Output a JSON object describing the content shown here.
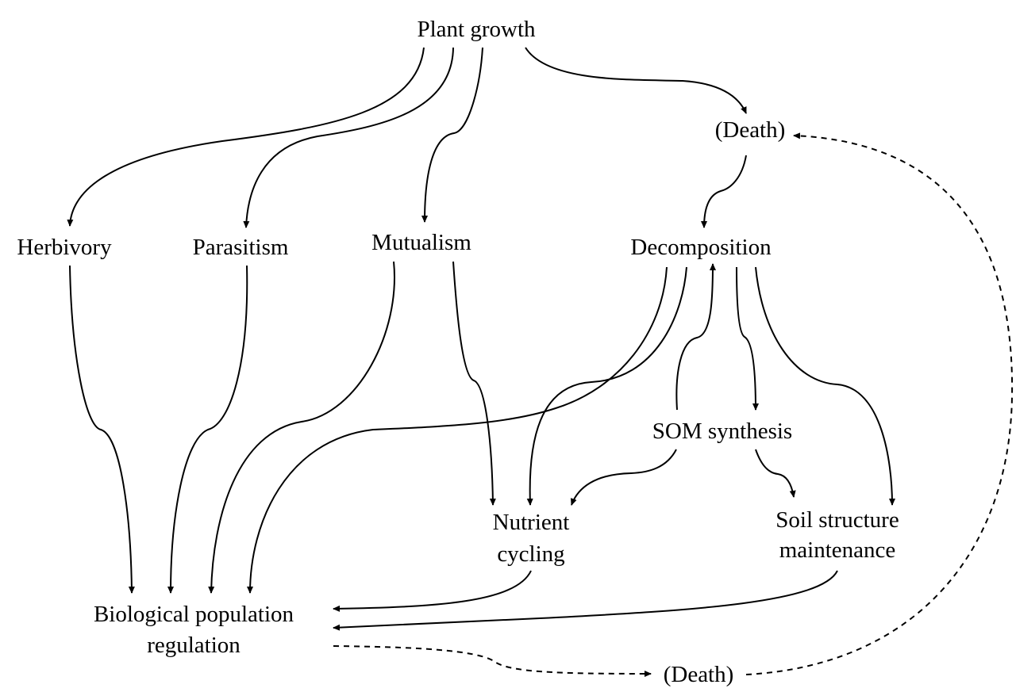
{
  "nodes": {
    "plant_growth": "Plant growth",
    "death_top": "(Death)",
    "herbivory": "Herbivory",
    "parasitism": "Parasitism",
    "mutualism": "Mutualism",
    "decomposition": "Decomposition",
    "som_synthesis": "SOM synthesis",
    "nutrient_cycling_line1": "Nutrient",
    "nutrient_cycling_line2": "cycling",
    "soil_structure_line1": "Soil structure",
    "soil_structure_line2": "maintenance",
    "bio_pop_line1": "Biological population",
    "bio_pop_line2": "regulation",
    "death_bottom": "(Death)"
  },
  "colors": {
    "stroke": "#000000",
    "background": "#ffffff"
  }
}
